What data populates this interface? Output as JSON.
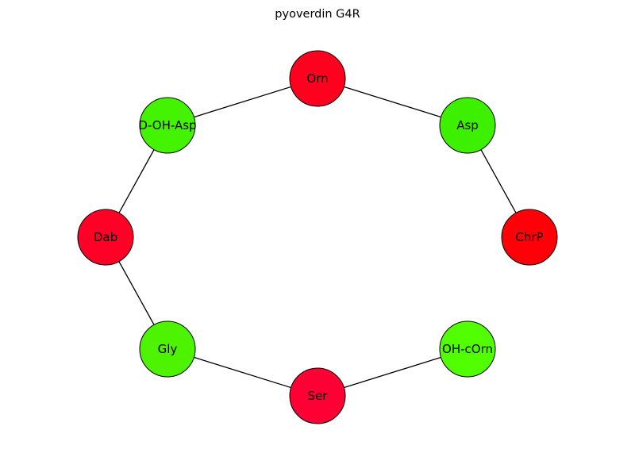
{
  "title": "pyoverdin G4R",
  "nodes": [
    {
      "id": "orn",
      "label": "Orn",
      "color": "#ff001e"
    },
    {
      "id": "asp",
      "label": "Asp",
      "color": "#3df000"
    },
    {
      "id": "chrp",
      "label": "ChrP",
      "color": "#ff0008"
    },
    {
      "id": "ohcorn",
      "label": "OH-cOrn",
      "color": "#52ff00"
    },
    {
      "id": "ser",
      "label": "Ser",
      "color": "#ff0034"
    },
    {
      "id": "gly",
      "label": "Gly",
      "color": "#4df300"
    },
    {
      "id": "dab",
      "label": "Dab",
      "color": "#ff0026"
    },
    {
      "id": "dohasp",
      "label": "D-OH-Asp",
      "color": "#43f300"
    }
  ],
  "edges": [
    [
      "dohasp",
      "orn"
    ],
    [
      "orn",
      "asp"
    ],
    [
      "asp",
      "chrp"
    ],
    [
      "dohasp",
      "dab"
    ],
    [
      "dab",
      "gly"
    ],
    [
      "gly",
      "ser"
    ],
    [
      "ser",
      "ohcorn"
    ]
  ]
}
